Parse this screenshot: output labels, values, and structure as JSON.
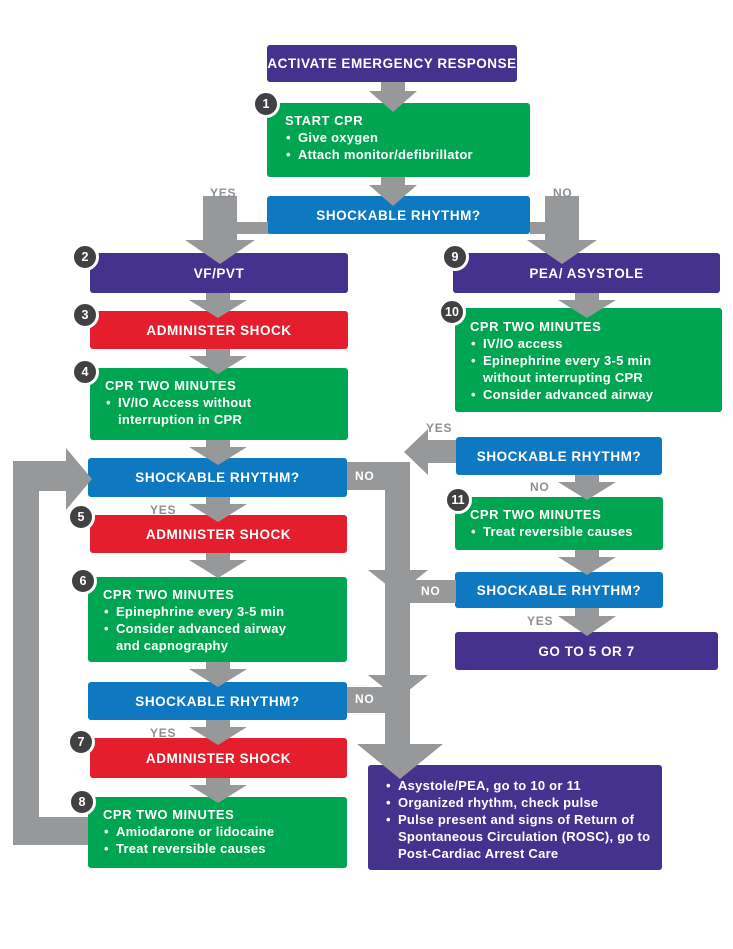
{
  "labels": {
    "yes": "YES",
    "no": "NO"
  },
  "colors": {
    "purple": "#45318e",
    "green": "#00a551",
    "blue": "#0e78c0",
    "red": "#e41e2d",
    "arrow_gray": "#97989a",
    "badge": "#414042"
  },
  "nodes": {
    "activate": {
      "label": "ACTIVATE EMERGENCY RESPONSE"
    },
    "start_cpr": {
      "badge": "1",
      "heading": "START CPR",
      "bullets": [
        "Give oxygen",
        "Attach monitor/defibrillator"
      ]
    },
    "shockable_1": {
      "label": "SHOCKABLE RHYTHM?"
    },
    "vf_pvt": {
      "badge": "2",
      "label": "VF/PVT"
    },
    "shock_1": {
      "badge": "3",
      "label": "ADMINISTER SHOCK"
    },
    "cpr_4": {
      "badge": "4",
      "heading": "CPR TWO MINUTES",
      "bullets": [
        "IV/IO Access without interruption in CPR"
      ]
    },
    "shockable_2": {
      "label": "SHOCKABLE RHYTHM?"
    },
    "shock_2": {
      "badge": "5",
      "label": "ADMINISTER SHOCK"
    },
    "cpr_6": {
      "badge": "6",
      "heading": "CPR TWO MINUTES",
      "bullets": [
        "Epinephrine every 3-5 min",
        "Consider advanced airway and capnography"
      ]
    },
    "shockable_3": {
      "label": "SHOCKABLE RHYTHM?"
    },
    "shock_3": {
      "badge": "7",
      "label": "ADMINISTER SHOCK"
    },
    "cpr_8": {
      "badge": "8",
      "heading": "CPR TWO MINUTES",
      "bullets": [
        "Amiodarone or lidocaine",
        "Treat reversible causes"
      ]
    },
    "pea_asystole": {
      "badge": "9",
      "label": "PEA/ ASYSTOLE"
    },
    "cpr_10": {
      "badge": "10",
      "heading": "CPR TWO MINUTES",
      "bullets": [
        "IV/IO access",
        "Epinephrine every 3-5 min without interrupting CPR",
        "Consider advanced airway"
      ]
    },
    "shockable_4": {
      "label": "SHOCKABLE RHYTHM?"
    },
    "cpr_11": {
      "badge": "11",
      "heading": "CPR TWO MINUTES",
      "bullets": [
        "Treat reversible causes"
      ]
    },
    "shockable_5": {
      "label": "SHOCKABLE RHYTHM?"
    },
    "goto_5_7": {
      "label": "GO TO 5 OR 7"
    },
    "outcome": {
      "bullets": [
        "Asystole/PEA, go to 10 or 11",
        "Organized rhythm, check pulse",
        "Pulse present and signs of Return of Spontaneous Circulation (ROSC), go to Post-Cardiac Arrest Care"
      ]
    }
  }
}
